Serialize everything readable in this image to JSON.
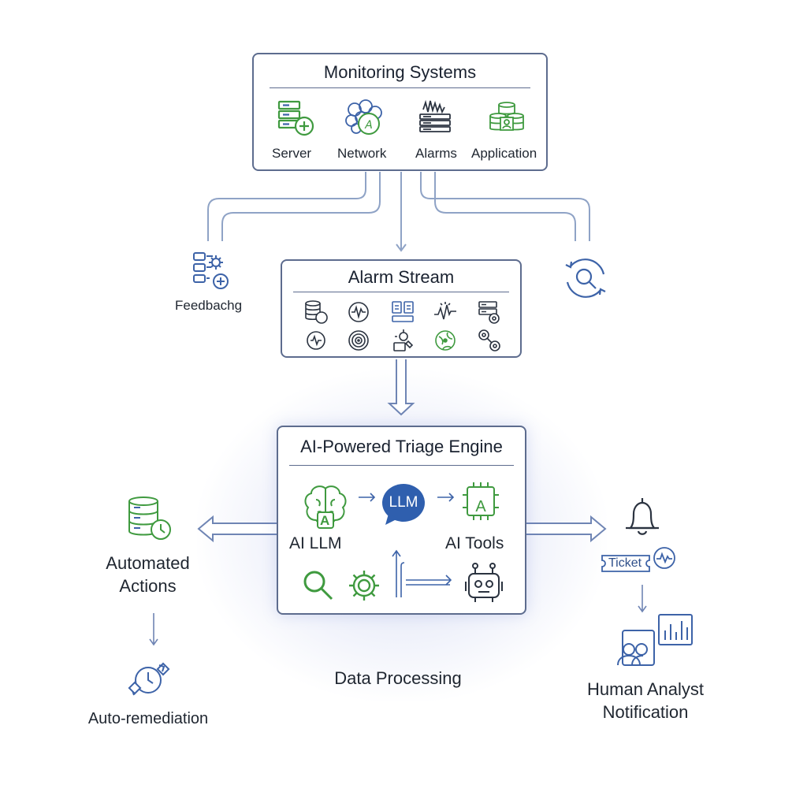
{
  "monitoring": {
    "title": "Monitoring Systems",
    "sources": [
      {
        "label": "Server",
        "icon": "server-plus-icon"
      },
      {
        "label": "Network",
        "icon": "network-globe-icon"
      },
      {
        "label": "Alarms",
        "icon": "alarm-stack-icon"
      },
      {
        "label": "Application",
        "icon": "application-stack-icon"
      }
    ]
  },
  "feedback": {
    "label": "Feedbachg",
    "icon": "feedback-list-icon"
  },
  "refresh_search": {
    "icon": "refresh-search-icon"
  },
  "alarm_stream": {
    "title": "Alarm Stream",
    "icons": [
      "database-circle-icon",
      "waveform-circle-icon",
      "server-pair-icon",
      "spike-wave-icon",
      "database-gear-icon",
      "signal-circle-icon",
      "radar-icon",
      "device-tool-icon",
      "globe-network-icon",
      "link-chain-icon"
    ]
  },
  "engine": {
    "title": "AI-Powered Triage Engine",
    "llm_bubble": "LLM",
    "ai_badge_left": "A",
    "ai_badge_right": "A",
    "ai_llm_label": "AI LLM",
    "ai_tools_label": "AI Tools"
  },
  "automated_actions": {
    "label_line1": "Automated",
    "label_line2": "Actions"
  },
  "auto_remediation": {
    "label": "Auto-remediation"
  },
  "data_processing": {
    "label": "Data Processing"
  },
  "ticket": {
    "label": "Ticket"
  },
  "human_analyst": {
    "label_line1": "Human Analyst",
    "label_line2": "Notification"
  },
  "colors": {
    "blue": "#3d63a8",
    "green": "#3f9a3f",
    "frame": "#5d6c8e",
    "connector": "#8fa3c6",
    "bubble": "#2f5fae"
  }
}
